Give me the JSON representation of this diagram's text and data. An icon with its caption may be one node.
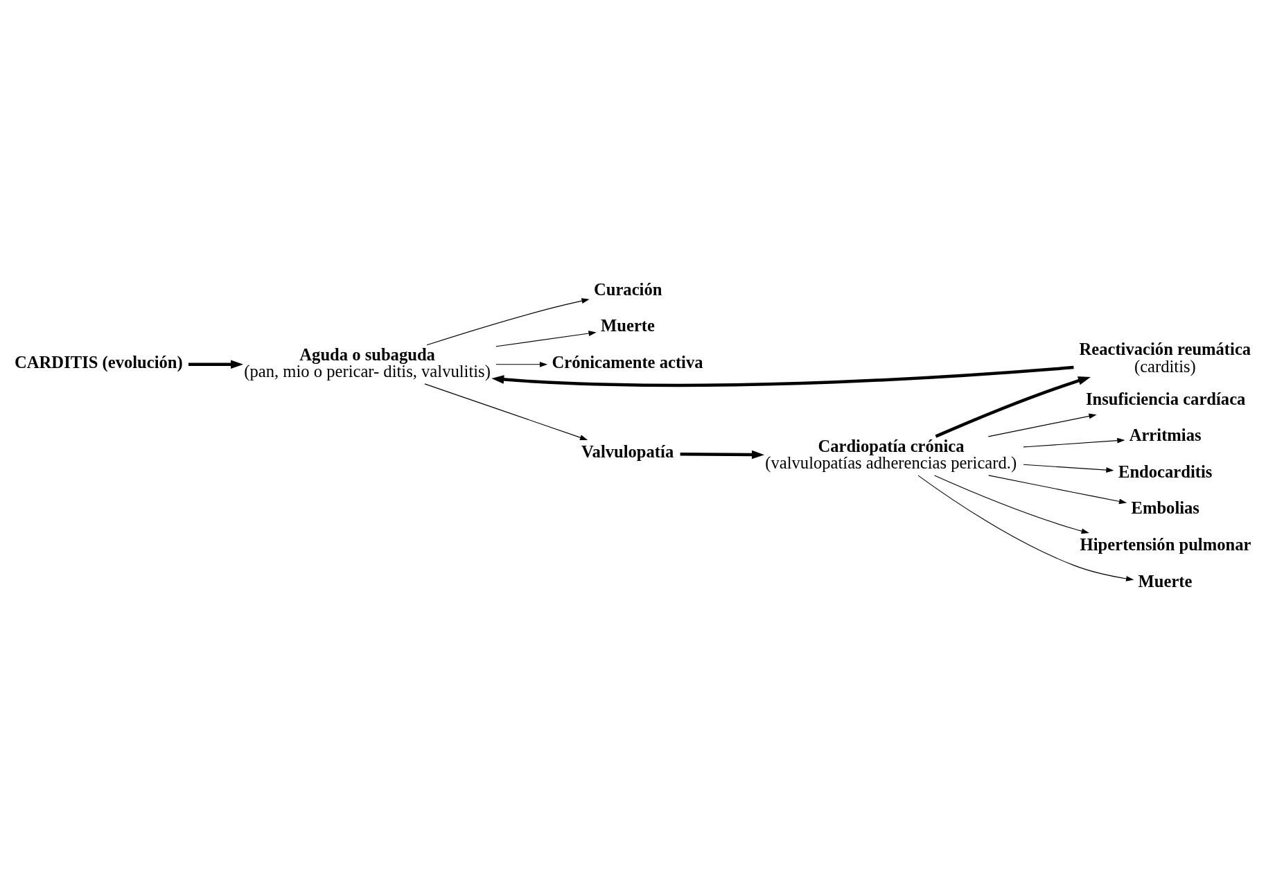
{
  "diagram": {
    "nodes": [
      {
        "text": [
          "CARDITIS (evolución)"
        ]
      },
      {
        "text": [
          "Aguda o subaguda",
          "(pan, mio o pericar- ditis, valvulitis)"
        ]
      },
      {
        "text": [
          "Curación"
        ]
      },
      {
        "text": [
          "Muerte"
        ]
      },
      {
        "text": [
          "Crónicamente activa"
        ]
      },
      {
        "text": [
          "Valvulopatía"
        ]
      },
      {
        "text": [
          "Reactivación reumática",
          "(carditis)"
        ]
      },
      {
        "text": [
          "Cardiopatía crónica",
          "(valvulopatías adherencias pericard.)"
        ]
      },
      {
        "text": [
          "Insuficiencia cardíaca"
        ]
      },
      {
        "text": [
          "Arritmias"
        ]
      },
      {
        "text": [
          "Endocarditis"
        ]
      },
      {
        "text": [
          "Embolias"
        ]
      },
      {
        "text": [
          "Hipertensión pulmonar"
        ]
      },
      {
        "text": [
          "Muerte"
        ]
      }
    ],
    "edges": [
      {
        "from": 0,
        "to": 1,
        "arrow": "to",
        "style": "thick"
      },
      {
        "from": 1,
        "to": 2,
        "arrow": "to"
      },
      {
        "from": 1,
        "to": 3,
        "arrow": "to"
      },
      {
        "from": 1,
        "to": 4,
        "arrow": "to"
      },
      {
        "from": 1,
        "to": 5,
        "arrow": "to"
      },
      {
        "from": 5,
        "to": 7,
        "arrow": "to",
        "style": "thick"
      },
      {
        "from": 7,
        "to": 6,
        "arrow": "to",
        "style": "thick"
      },
      {
        "from": 6,
        "to": 1,
        "arrow": "to",
        "style": "thick"
      },
      {
        "from": 7,
        "to": 8,
        "arrow": "to"
      },
      {
        "from": 7,
        "to": 9,
        "arrow": "to"
      },
      {
        "from": 7,
        "to": 10,
        "arrow": "to"
      },
      {
        "from": 7,
        "to": 11,
        "arrow": "to"
      },
      {
        "from": 7,
        "to": 12,
        "arrow": "to"
      },
      {
        "from": 7,
        "to": 13,
        "arrow": "to"
      }
    ]
  }
}
